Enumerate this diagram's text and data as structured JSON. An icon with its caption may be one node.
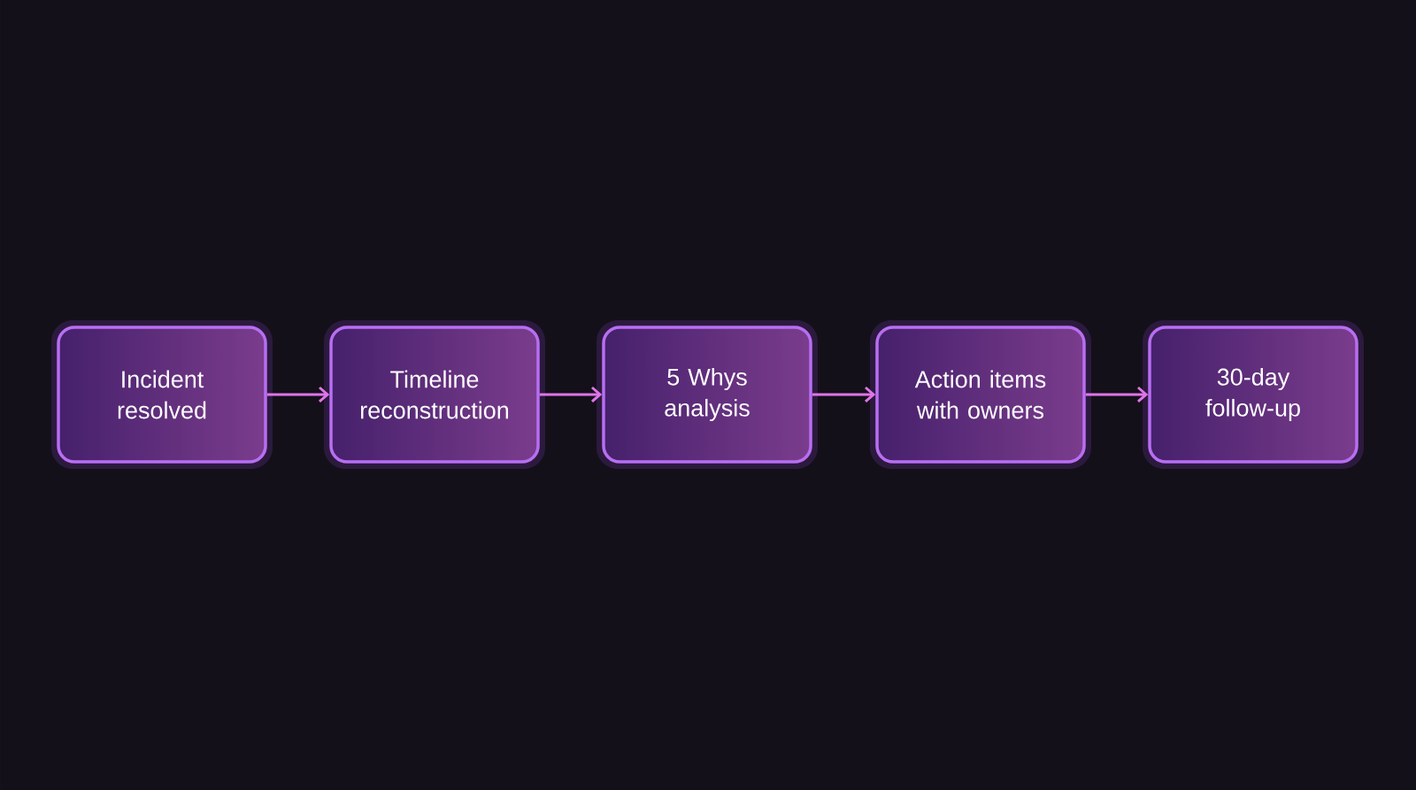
{
  "diagram": {
    "nodes": [
      {
        "text": [
          "Incident resolved"
        ]
      },
      {
        "text": [
          "Timeline reconstruction"
        ]
      },
      {
        "text": [
          "5 Whys analysis"
        ]
      },
      {
        "text": [
          "Action items with owners"
        ]
      },
      {
        "text": [
          "30-day follow-up"
        ]
      }
    ],
    "edges": [
      {
        "from": 0,
        "to": 1,
        "arrow": "to"
      },
      {
        "from": 1,
        "to": 2,
        "arrow": "to"
      },
      {
        "from": 2,
        "to": 3,
        "arrow": "to"
      },
      {
        "from": 3,
        "to": 4,
        "arrow": "to"
      }
    ]
  }
}
